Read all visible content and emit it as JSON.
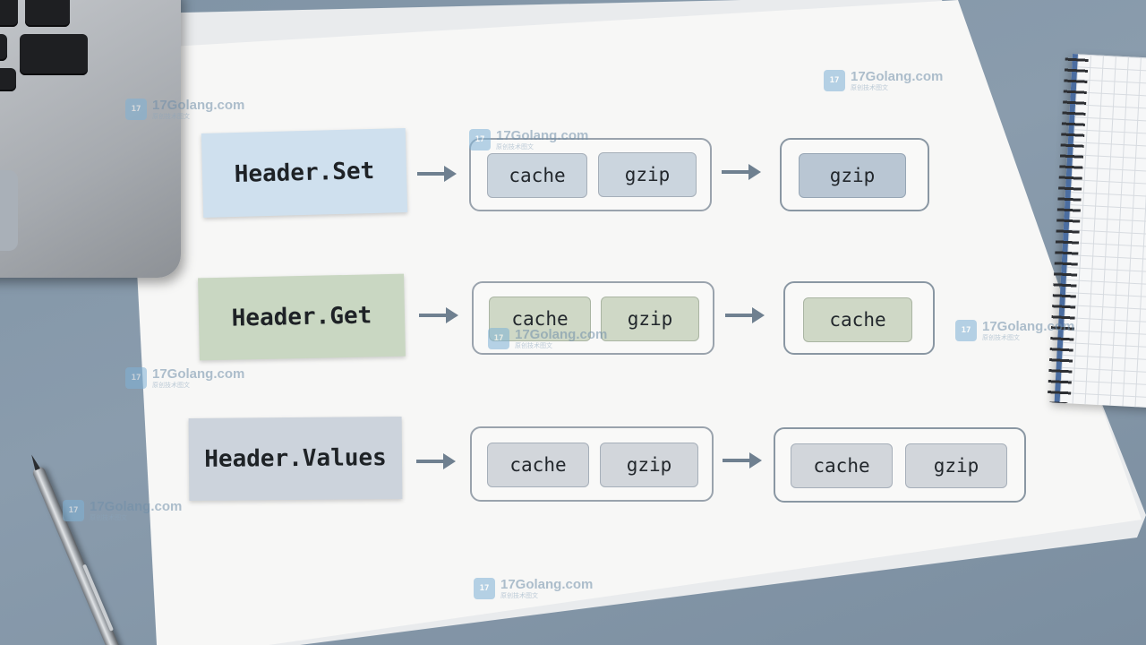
{
  "diagram": {
    "rows": [
      {
        "method": "Header.Set",
        "input": [
          "cache",
          "gzip"
        ],
        "output": [
          "gzip"
        ]
      },
      {
        "method": "Header.Get",
        "input": [
          "cache",
          "gzip"
        ],
        "output": [
          "cache"
        ]
      },
      {
        "method": "Header.Values",
        "input": [
          "cache",
          "gzip"
        ],
        "output": [
          "cache",
          "gzip"
        ]
      }
    ]
  },
  "watermark": {
    "domain": "17Golang.com",
    "subtitle": "原创技术图文",
    "logo": "17Golang-logo"
  },
  "colors": {
    "set_card": "#cfe0ee",
    "get_card": "#c9d7c2",
    "values_card": "#ccd3dc",
    "arrow": "#6f8090"
  }
}
